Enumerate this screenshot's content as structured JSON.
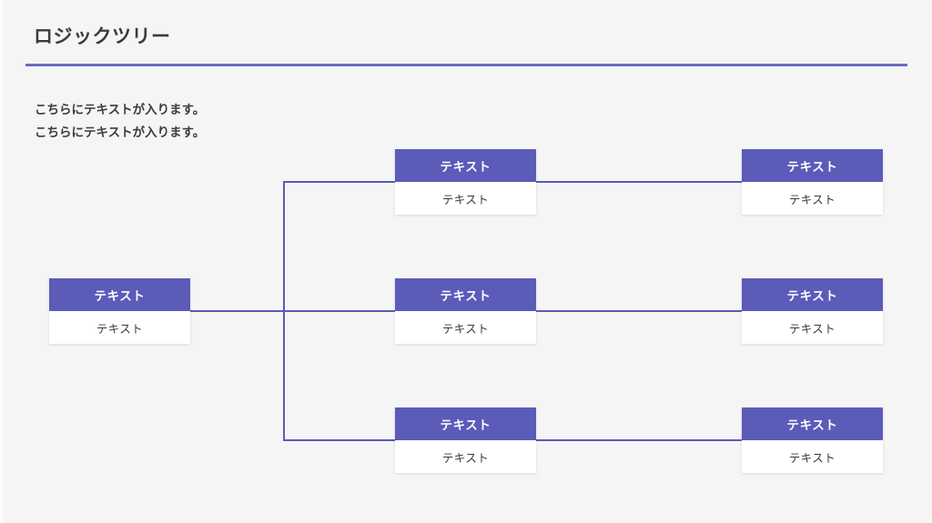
{
  "slide": {
    "title": "ロジックツリー",
    "accent_color": "#5b5bb8",
    "rule_color": "#6a6ac4",
    "background_color": "#f5f5f5",
    "body_text_lines": [
      "こちらにテキストが入ります。",
      "こちらにテキストが入ります。"
    ]
  },
  "tree": {
    "root": {
      "head": "テキスト",
      "body": "テキスト"
    },
    "level2": [
      {
        "head": "テキスト",
        "body": "テキスト"
      },
      {
        "head": "テキスト",
        "body": "テキスト"
      },
      {
        "head": "テキスト",
        "body": "テキスト"
      }
    ],
    "level3": [
      {
        "head": "テキスト",
        "body": "テキスト"
      },
      {
        "head": "テキスト",
        "body": "テキスト"
      },
      {
        "head": "テキスト",
        "body": "テキスト"
      }
    ]
  }
}
